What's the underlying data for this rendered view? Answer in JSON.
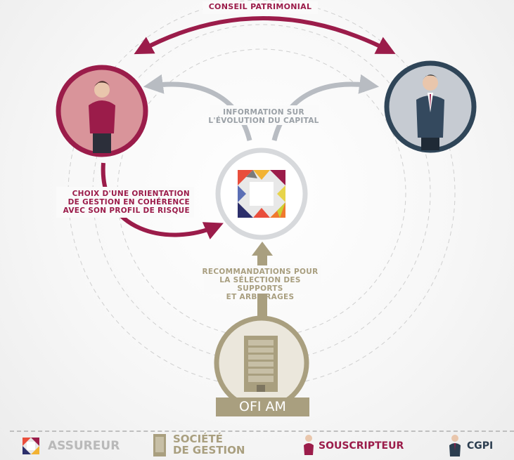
{
  "labels": {
    "conseil": "CONSEIL PATRIMONIAL",
    "information": [
      "INFORMATION SUR",
      "L'ÉVOLUTION DU CAPITAL"
    ],
    "choix": [
      "CHOIX D'UNE ORIENTATION",
      "DE GESTION EN COHÉRENCE",
      "AVEC SON PROFIL DE RISQUE"
    ],
    "recommandations": [
      "RECOMMANDATIONS POUR",
      "LA SÉLECTION DES SUPPORTS",
      "ET ARBITRAGES"
    ],
    "ofi": "OFI AM"
  },
  "legend": {
    "assureur": "ASSUREUR",
    "societe_gestion": [
      "SOCIÉTÉ",
      "DE GESTION"
    ],
    "souscripteur": "SOUSCRIPTEUR",
    "cgpi": "CGPI"
  },
  "colors": {
    "souscripteur": "#9b1c4a",
    "cgpi": "#2c3e50",
    "assureur_gray": "#b9b9b9",
    "gestion": "#a99f7f",
    "info_arrow": "#b8bcc2"
  }
}
